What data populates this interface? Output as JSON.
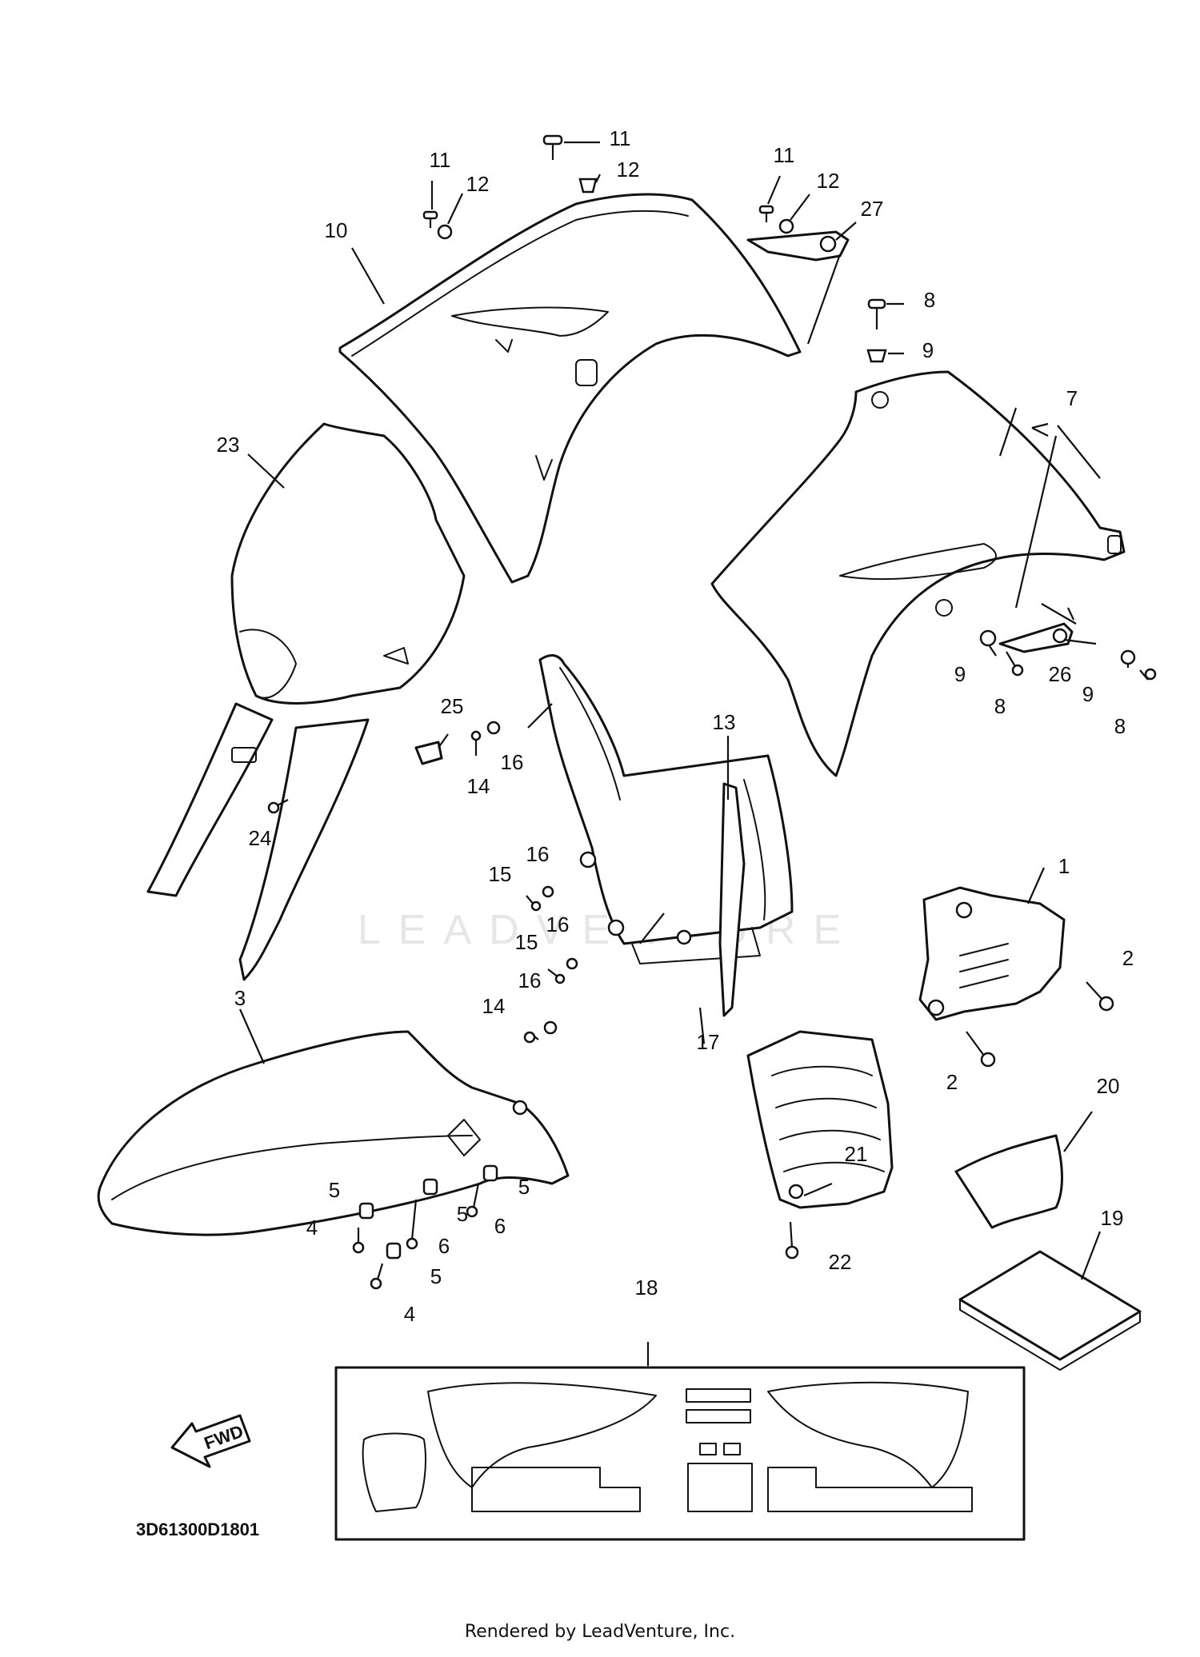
{
  "diagram": {
    "code": "3D61300D1801",
    "credit": "Rendered by LeadVenture, Inc.",
    "watermark": "LEADVENTURE",
    "direction_label": "FWD"
  },
  "callouts": [
    {
      "id": "1",
      "label": "1"
    },
    {
      "id": "2a",
      "label": "2"
    },
    {
      "id": "2b",
      "label": "2"
    },
    {
      "id": "3",
      "label": "3"
    },
    {
      "id": "4a",
      "label": "4"
    },
    {
      "id": "4b",
      "label": "4"
    },
    {
      "id": "5a",
      "label": "5"
    },
    {
      "id": "5b",
      "label": "5"
    },
    {
      "id": "5c",
      "label": "5"
    },
    {
      "id": "5d",
      "label": "5"
    },
    {
      "id": "6a",
      "label": "6"
    },
    {
      "id": "6b",
      "label": "6"
    },
    {
      "id": "7",
      "label": "7"
    },
    {
      "id": "8a",
      "label": "8"
    },
    {
      "id": "8b",
      "label": "8"
    },
    {
      "id": "8c",
      "label": "8"
    },
    {
      "id": "9a",
      "label": "9"
    },
    {
      "id": "9b",
      "label": "9"
    },
    {
      "id": "9c",
      "label": "9"
    },
    {
      "id": "10",
      "label": "10"
    },
    {
      "id": "11a",
      "label": "11"
    },
    {
      "id": "11b",
      "label": "11"
    },
    {
      "id": "11c",
      "label": "11"
    },
    {
      "id": "12a",
      "label": "12"
    },
    {
      "id": "12b",
      "label": "12"
    },
    {
      "id": "12c",
      "label": "12"
    },
    {
      "id": "13",
      "label": "13"
    },
    {
      "id": "14a",
      "label": "14"
    },
    {
      "id": "14b",
      "label": "14"
    },
    {
      "id": "15a",
      "label": "15"
    },
    {
      "id": "15b",
      "label": "15"
    },
    {
      "id": "16a",
      "label": "16"
    },
    {
      "id": "16b",
      "label": "16"
    },
    {
      "id": "16c",
      "label": "16"
    },
    {
      "id": "16d",
      "label": "16"
    },
    {
      "id": "17",
      "label": "17"
    },
    {
      "id": "18",
      "label": "18"
    },
    {
      "id": "19",
      "label": "19"
    },
    {
      "id": "20",
      "label": "20"
    },
    {
      "id": "21",
      "label": "21"
    },
    {
      "id": "22",
      "label": "22"
    },
    {
      "id": "23",
      "label": "23"
    },
    {
      "id": "24",
      "label": "24"
    },
    {
      "id": "25",
      "label": "25"
    },
    {
      "id": "26",
      "label": "26"
    },
    {
      "id": "27",
      "label": "27"
    }
  ]
}
